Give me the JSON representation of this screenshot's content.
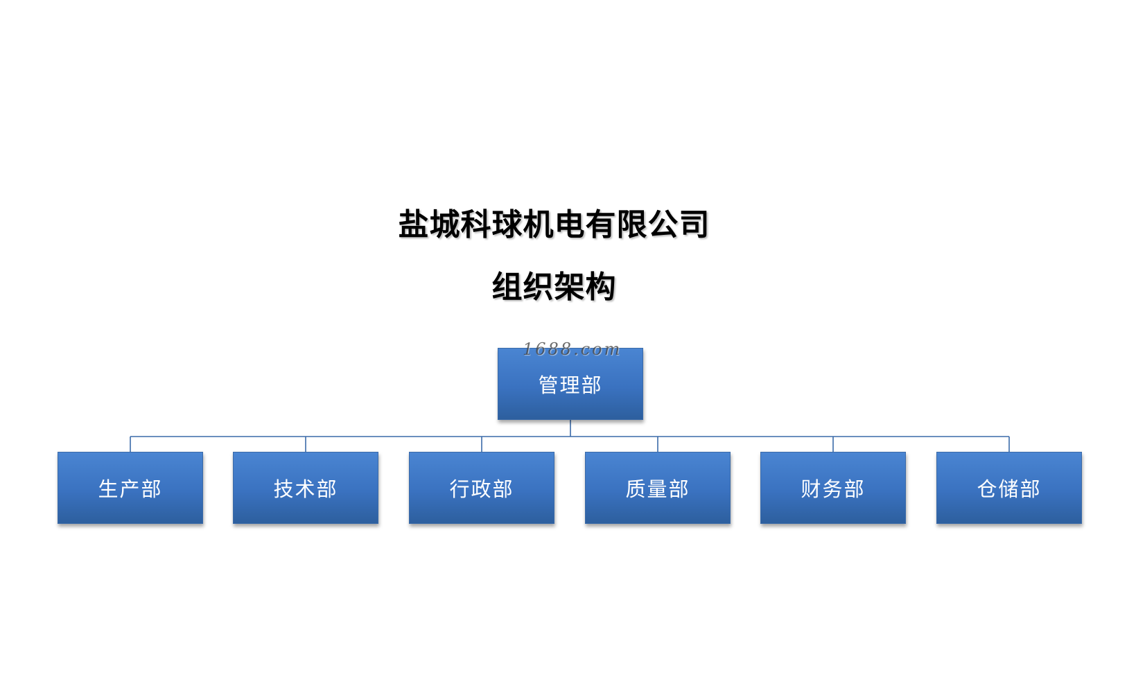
{
  "title": {
    "company": "盐城科球机电有限公司",
    "subtitle": "组织架构"
  },
  "watermark": "1688.com",
  "org_chart": {
    "root": {
      "label": "管理部"
    },
    "departments": [
      {
        "label": "生产部"
      },
      {
        "label": "技术部"
      },
      {
        "label": "行政部"
      },
      {
        "label": "质量部"
      },
      {
        "label": "财务部"
      },
      {
        "label": "仓储部"
      }
    ]
  },
  "colors": {
    "box_fill_top": "#4a85d2",
    "box_fill_bottom": "#2d5f9e",
    "connector": "#3a6aa8",
    "box_text": "#ffffff"
  }
}
